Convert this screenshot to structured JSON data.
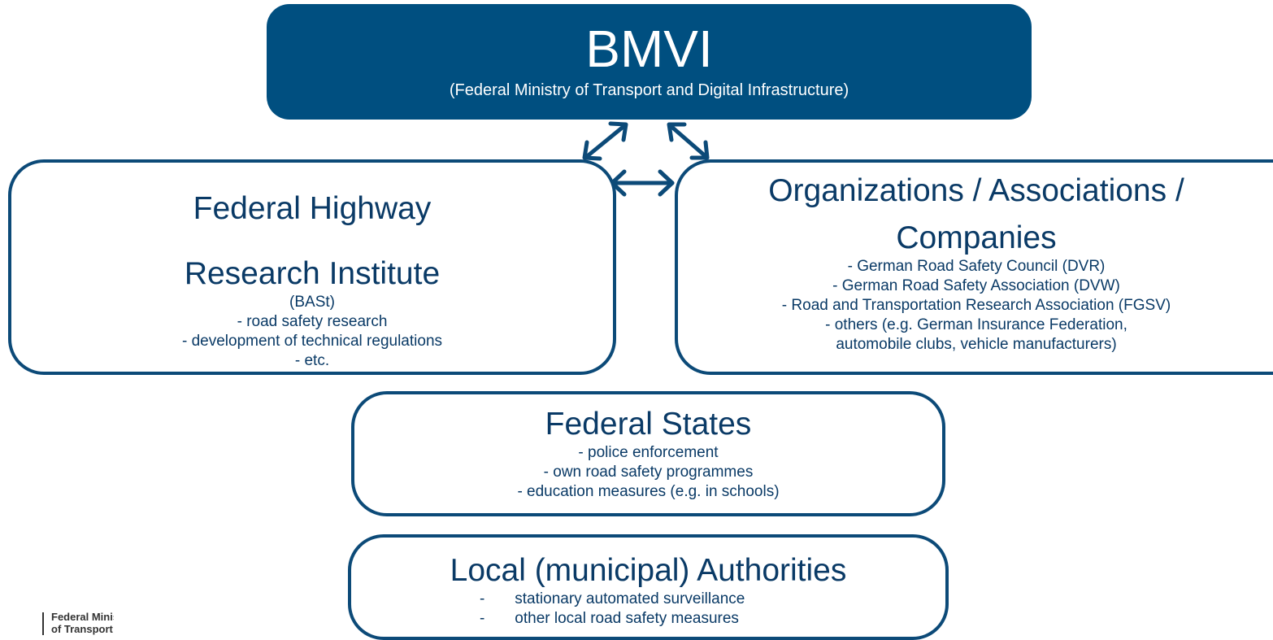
{
  "colors": {
    "primary": "#004f80",
    "outline": "#0c4a78",
    "text": "#0a3a66",
    "arrow": "#0c4a78"
  },
  "bmvi": {
    "title": "BMVI",
    "subtitle": "(Federal Ministry of Transport and Digital Infrastructure)"
  },
  "bast": {
    "title_line1": "Federal Highway",
    "title_line2": "Research Institute",
    "items": [
      "(BASt)",
      "- road safety research",
      "- development of technical regulations",
      "- etc."
    ]
  },
  "orgs": {
    "title_line1": "Organizations / Associations /",
    "title_line2": "Companies",
    "items": [
      "- German Road Safety Council (DVR)",
      "- German Road Safety Association (DVW)",
      "- Road and Transportation Research Association (FGSV)",
      "- others (e.g. German Insurance Federation,",
      "automobile clubs, vehicle manufacturers)"
    ]
  },
  "states": {
    "title": "Federal States",
    "items": [
      "- police enforcement",
      "- own road safety programmes",
      "- education measures (e.g. in schools)"
    ]
  },
  "local": {
    "title": "Local (municipal) Authorities",
    "items": [
      "-       stationary automated surveillance",
      "-       other local road safety measures"
    ]
  },
  "logo": {
    "line1": "Federal Ministry",
    "line2": "of Transport and"
  }
}
